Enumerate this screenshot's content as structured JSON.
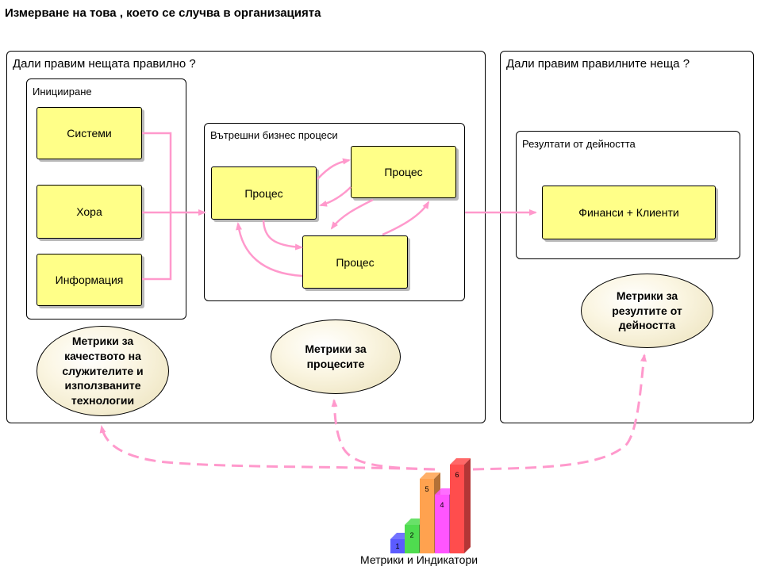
{
  "page_title": "Измерване на това , което се случва  в организацията",
  "left_panel": {
    "title": "Дали правим нещата правилно ?",
    "initiation": {
      "title": "Иницииране",
      "boxes": [
        "Системи",
        "Хора",
        "Информация"
      ]
    },
    "internal": {
      "title": "Вътрешни бизнес процеси",
      "processes": [
        "Процес",
        "Процес",
        "Процес"
      ]
    },
    "metric_employees": "Метрики за\nкачеството на\nслужителите и\nизползваните\nтехнологии",
    "metric_processes": "Метрики за\nпроцесите"
  },
  "right_panel": {
    "title": "Дали правим правилните неща ?",
    "results": {
      "title": "Резултати от дейността",
      "box": "Финанси + Клиенти"
    },
    "metric_results": "Метрики за\nрезултите от\nдейността"
  },
  "indicator": {
    "caption": "Метрики и Индикатори",
    "bars": [
      {
        "label": "1",
        "color": "#5b5bff"
      },
      {
        "label": "2",
        "color": "#4fdc4f"
      },
      {
        "label": "5",
        "color": "#ffa24f"
      },
      {
        "label": "4",
        "color": "#ff55ff"
      },
      {
        "label": "6",
        "color": "#ff4d4d"
      }
    ]
  },
  "colors": {
    "box_fill": "#ffff88",
    "arrow": "#ff99cc"
  }
}
